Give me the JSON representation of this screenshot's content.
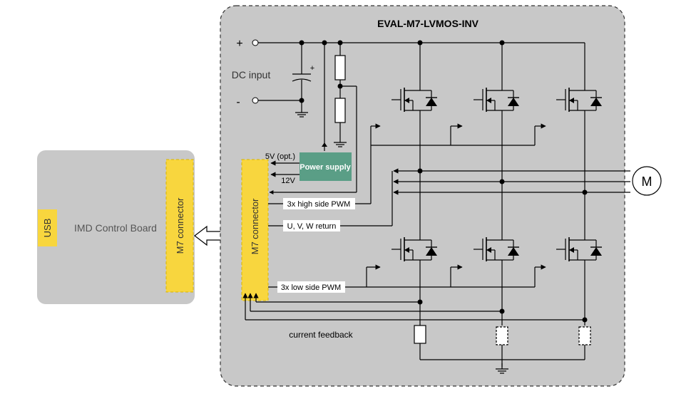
{
  "title": "EVAL-M7-LVMOS-INV",
  "control_board": {
    "label": "IMD Control Board",
    "usb_label": "USB",
    "connector_label": "M7 connector"
  },
  "eval_board": {
    "connector_label": "M7 connector",
    "power_supply_label": "Power supply",
    "supply_5v_label": "5V (opt.)",
    "supply_12v_label": "12V",
    "dc_input_label": "DC input",
    "plus_label": "+",
    "minus_label": "-",
    "cap_plus_label": "+",
    "high_side_pwm_label": "3x high side PWM",
    "return_label": "U, V, W return",
    "low_side_pwm_label": "3x low side PWM",
    "current_feedback_label": "current feedback",
    "motor_label": "M"
  },
  "colors": {
    "panel_gray": "#c8c8c8",
    "panel_border": "#555555",
    "connector_yellow": "#f8d63e",
    "power_supply_green": "#5a9e86",
    "wire": "#000000"
  }
}
